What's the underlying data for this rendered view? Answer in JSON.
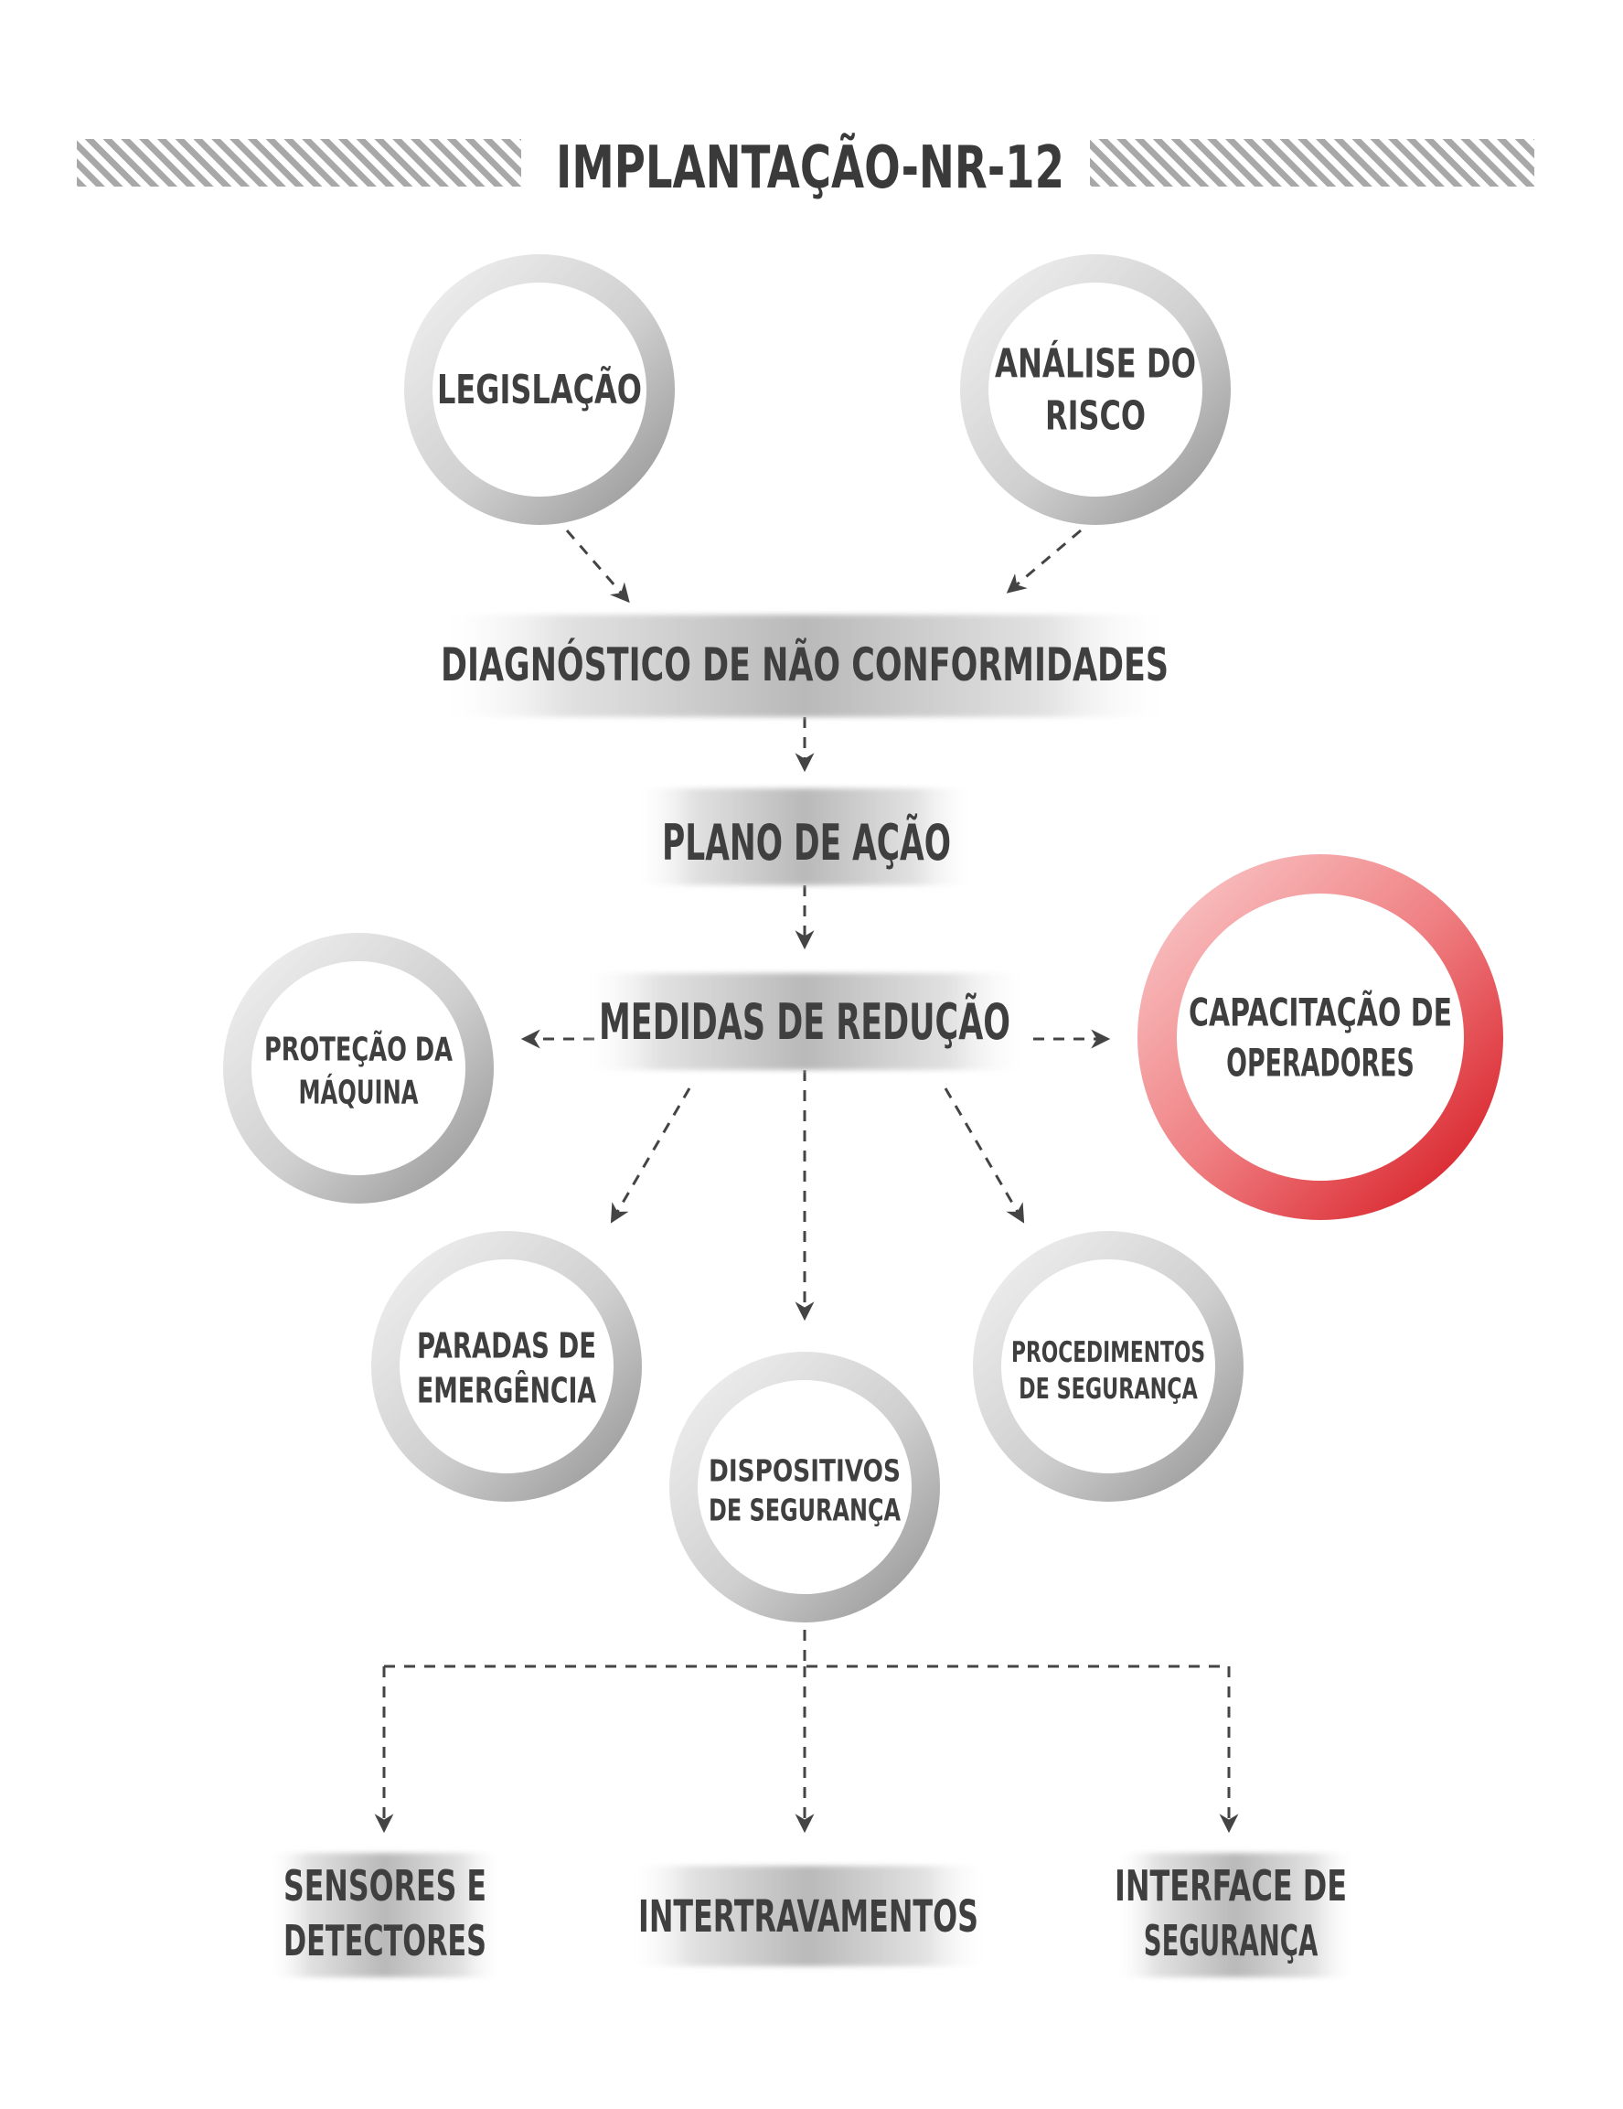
{
  "title": "IMPLANTAÇÃO-NR-12",
  "nodes": {
    "legislacao": [
      "LEGISLAÇÃO"
    ],
    "analise": [
      "ANÁLISE DO",
      "RISCO"
    ],
    "diagnostico": [
      "DIAGNÓSTICO DE NÃO CONFORMIDADES"
    ],
    "plano": [
      "PLANO DE AÇÃO"
    ],
    "medidas": [
      "MEDIDAS DE REDUÇÃO"
    ],
    "protecao": [
      "PROTEÇÃO DA",
      "MÁQUINA"
    ],
    "capacitacao": [
      "CAPACITAÇÃO DE",
      "OPERADORES"
    ],
    "paradas": [
      "PARADAS DE",
      "EMERGÊNCIA"
    ],
    "dispositivos": [
      "DISPOSITIVOS",
      "DE SEGURANÇA"
    ],
    "procedimentos": [
      "PROCEDIMENTOS",
      "DE SEGURANÇA"
    ],
    "sensores": [
      "SENSORES E",
      "DETECTORES"
    ],
    "intertravamentos": [
      "INTERTRAVAMENTOS"
    ],
    "interface": [
      "INTERFACE DE",
      "SEGURANÇA"
    ]
  },
  "colors": {
    "text": "#3f3f3f",
    "highlight_text": "#111111",
    "highlight_ring": "#d9181f",
    "ring_gray": "#9a9a9a",
    "arrow": "#444444"
  }
}
